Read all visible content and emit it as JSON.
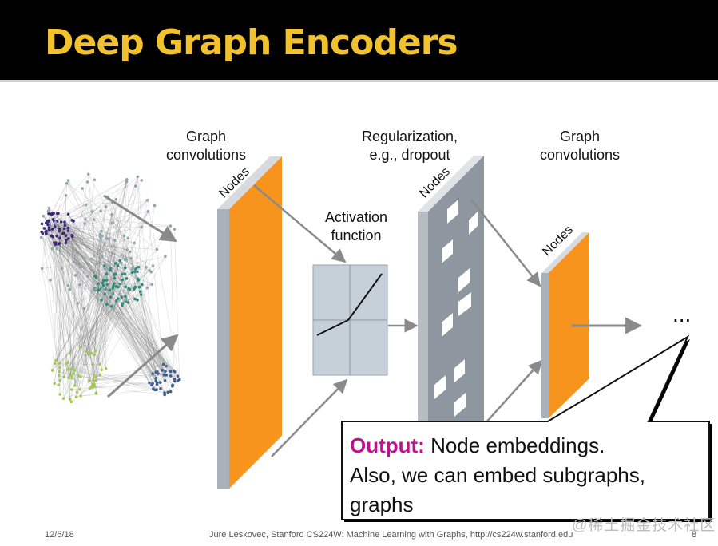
{
  "slide": {
    "title": "Deep Graph Encoders",
    "labels": {
      "graph_conv_1": "Graph\nconvolutions",
      "regularization": "Regularization,\ne.g., dropout",
      "graph_conv_2": "Graph\nconvolutions",
      "activation": "Activation\nfunction",
      "nodes_1": "Nodes",
      "nodes_2": "Nodes",
      "nodes_3": "Nodes",
      "ellipsis": "..."
    },
    "callout": {
      "output_label": "Output:",
      "output_text": " Node embeddings.",
      "line2": "Also, we can embed subgraphs,",
      "line3": "graphs"
    },
    "footer": {
      "date": "12/6/18",
      "citation": "Jure Leskovec, Stanford CS224W: Machine Learning with Graphs, http://cs224w.stanford.edu",
      "page": "8"
    },
    "watermark": "@稀土掘金技术社区",
    "colors": {
      "title": "#f2c12e",
      "orange": "#f7941d",
      "output": "#c0108f"
    }
  }
}
